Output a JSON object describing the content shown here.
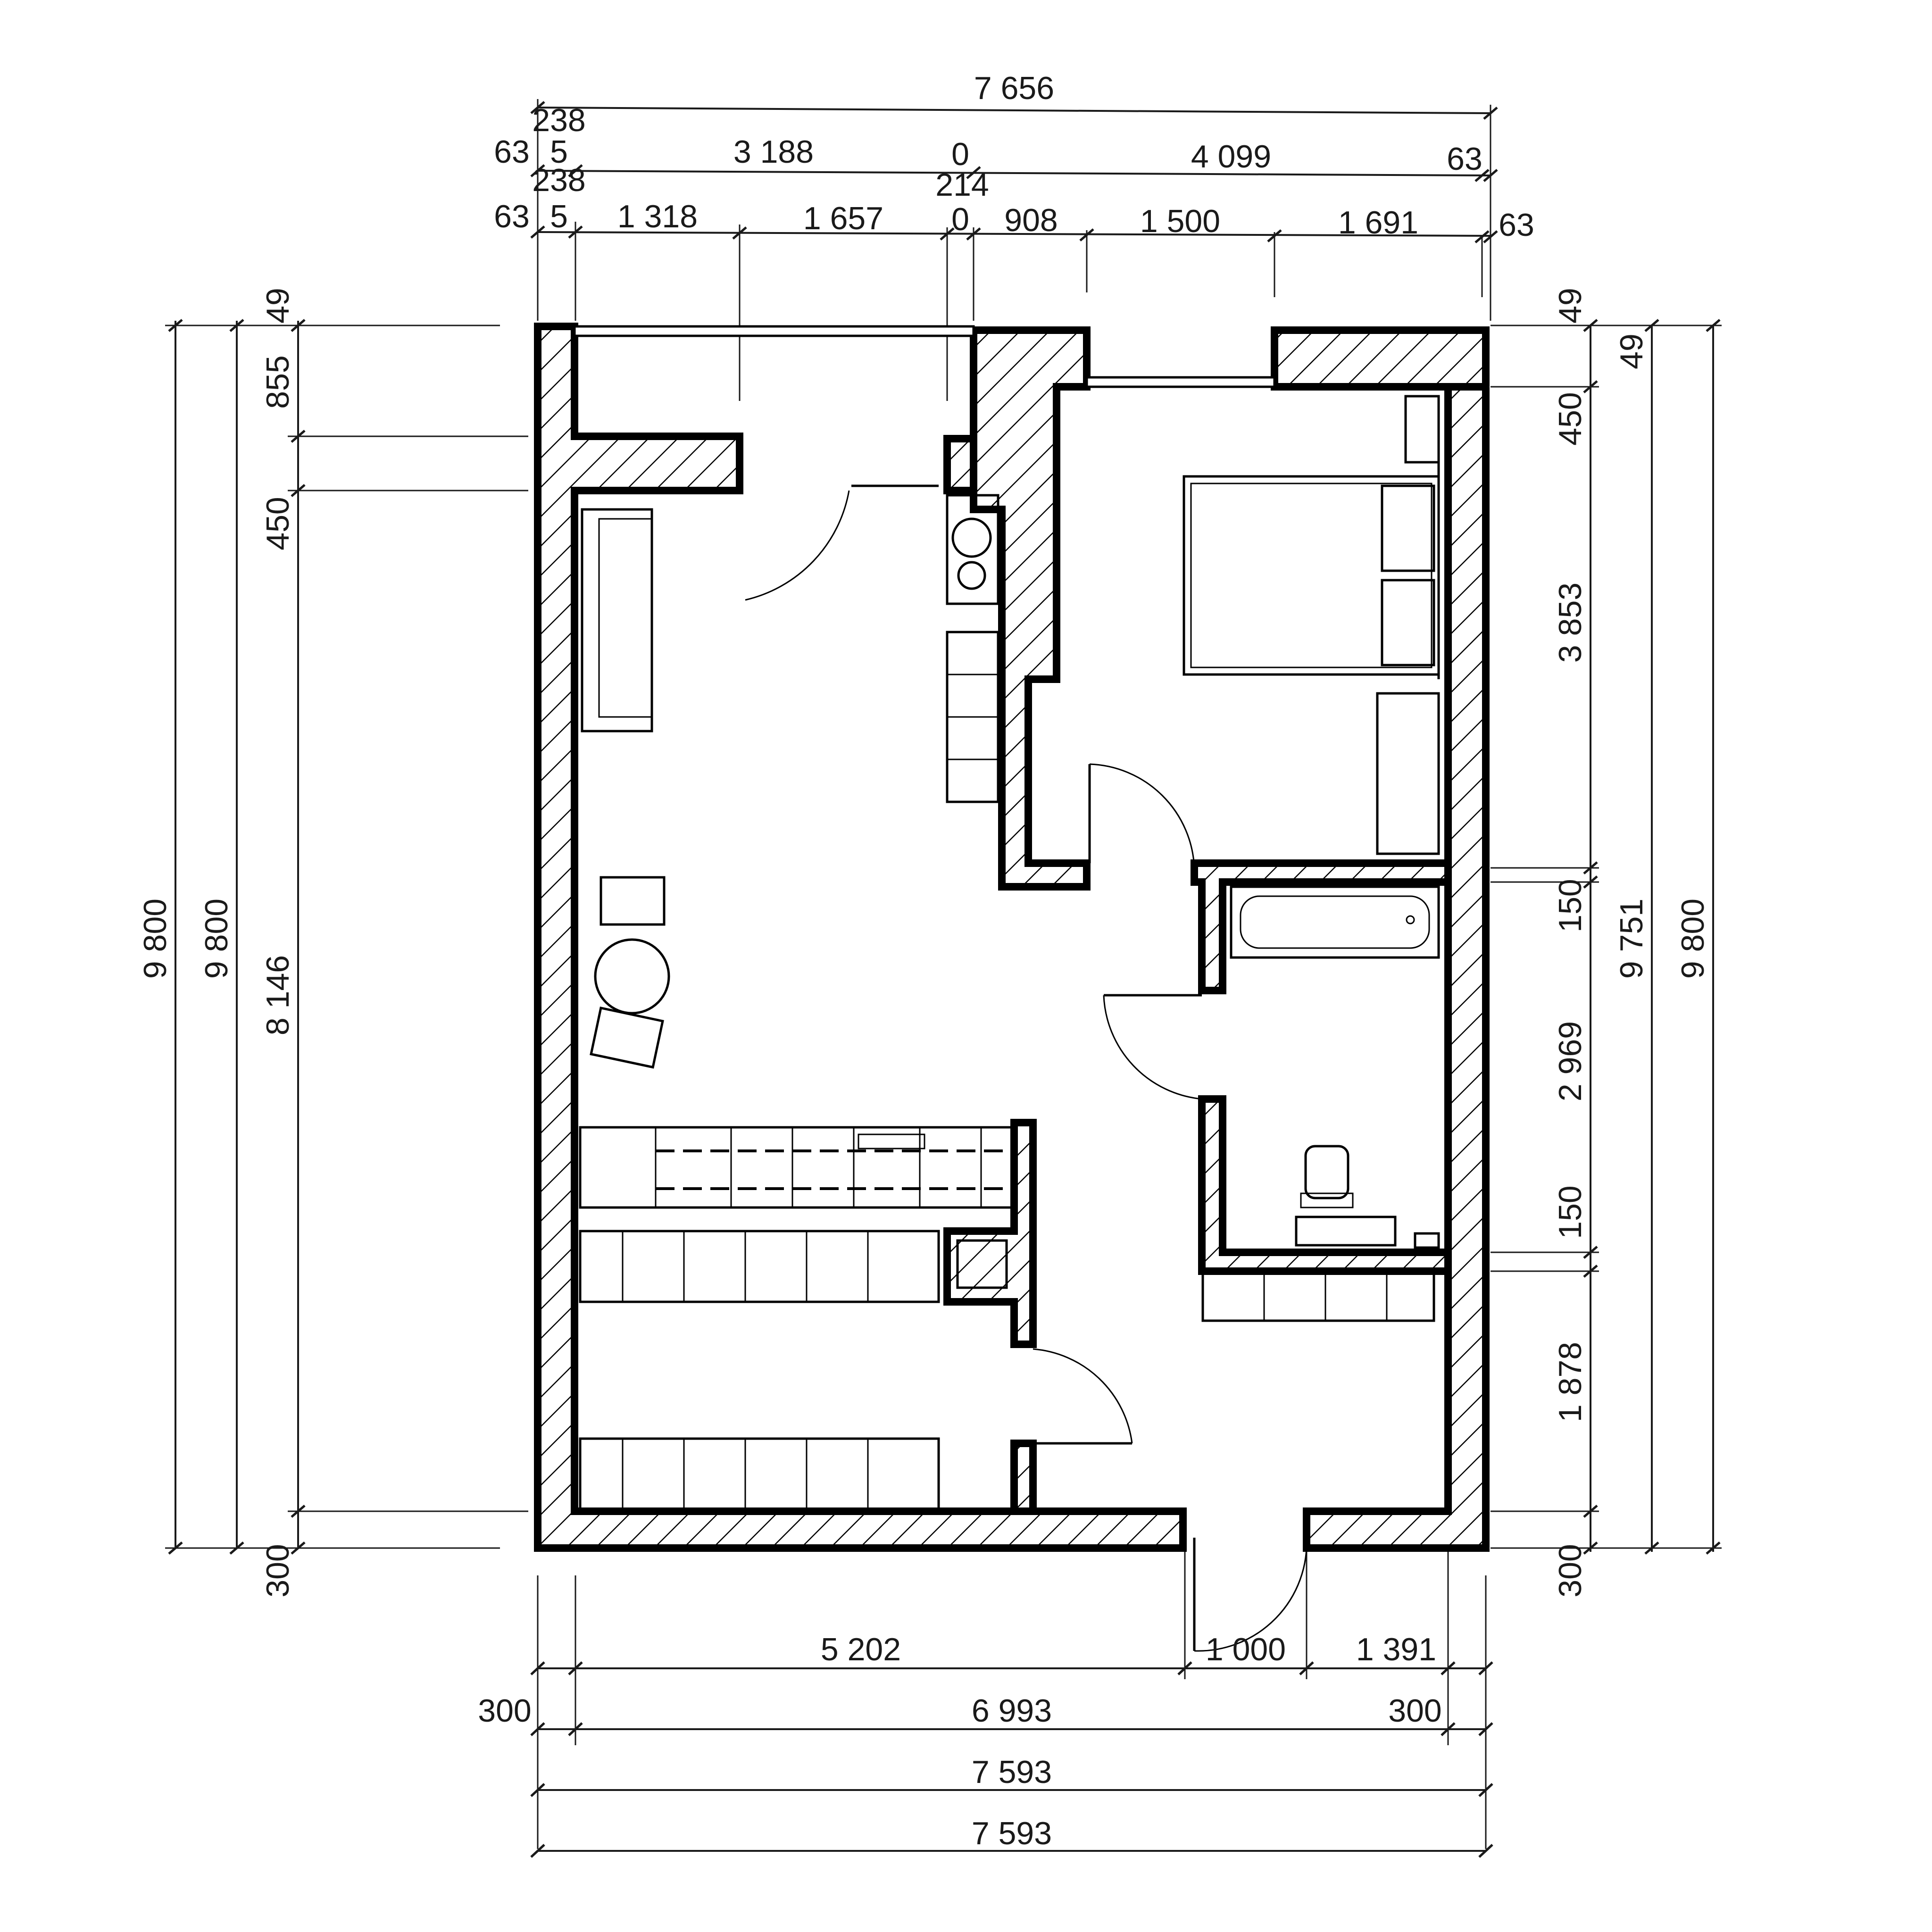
{
  "dimensions": {
    "top": {
      "overall": "7 656",
      "row1": {
        "left_a": "238",
        "left_b": "5",
        "left_c": "63",
        "span_a": "3 188",
        "mid": "0",
        "span_b": "4 099",
        "right": "63"
      },
      "row2": {
        "left_a": "238",
        "left_b": "5",
        "left_c": "63",
        "s1": "1 318",
        "s2": "1 657",
        "mid_a": "214",
        "mid_b": "0",
        "s3": "908",
        "s4": "1 500",
        "s5": "1 691",
        "right": "63"
      }
    },
    "bottom": {
      "row1": {
        "s1": "5 202",
        "s2": "1 000",
        "s3": "1 391"
      },
      "row2": {
        "left": "300",
        "mid": "6 993",
        "right": "300"
      },
      "row3": "7 593",
      "row4": "7 593"
    },
    "left": {
      "outer_a": "9 800",
      "outer_b": "9 800",
      "inner": {
        "top": "49",
        "s1": "855",
        "s2": "450",
        "s3": "8 146",
        "bottom": "300"
      }
    },
    "right": {
      "outer_a": "9 800",
      "outer_b": "9 751",
      "outer_top": "49",
      "inner": {
        "top": "49",
        "s1": "450",
        "s2": "3 853",
        "s3": "150",
        "s4": "2 969",
        "s5": "150",
        "s6": "1 878",
        "bottom": "300"
      }
    }
  }
}
